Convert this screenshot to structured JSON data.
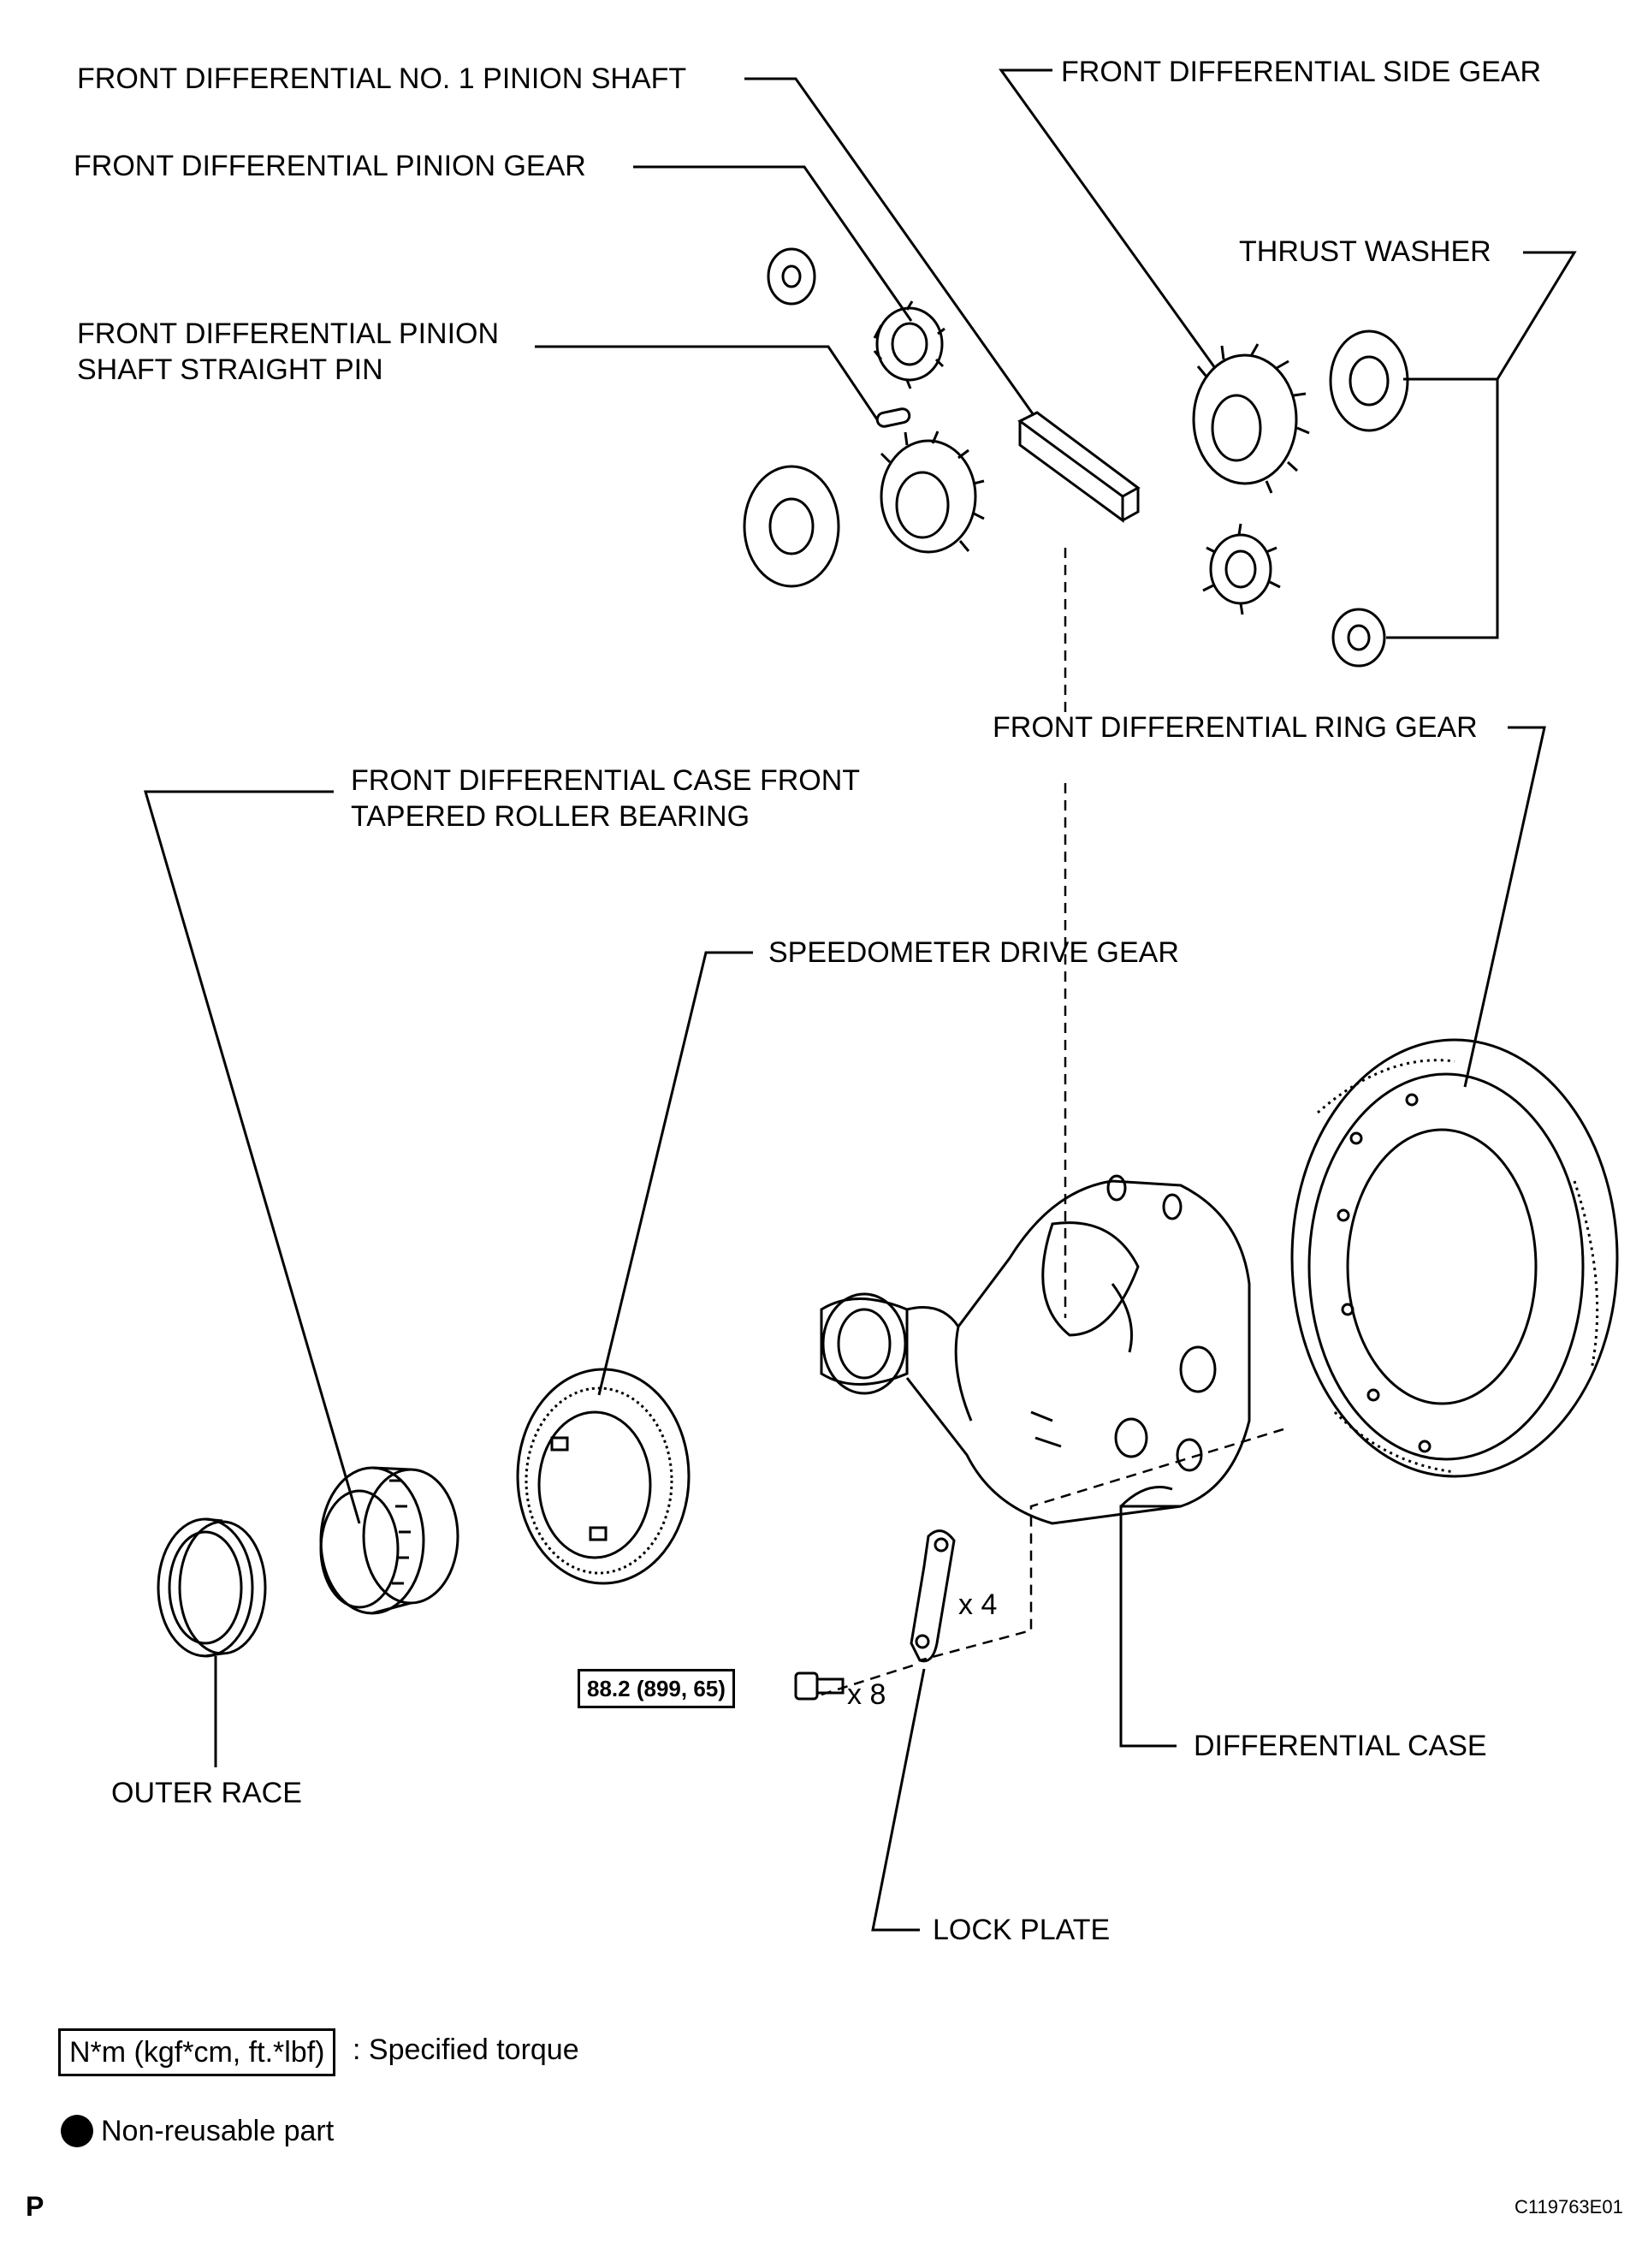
{
  "labels": {
    "pinion_shaft": "FRONT DIFFERENTIAL NO. 1 PINION SHAFT",
    "side_gear": "FRONT DIFFERENTIAL SIDE GEAR",
    "pinion_gear": "FRONT DIFFERENTIAL PINION GEAR",
    "thrust_washer": "THRUST WASHER",
    "straight_pin_line1": "FRONT DIFFERENTIAL PINION",
    "straight_pin_line2": "SHAFT STRAIGHT PIN",
    "ring_gear": "FRONT DIFFERENTIAL RING GEAR",
    "bearing_line1": "FRONT DIFFERENTIAL CASE FRONT",
    "bearing_line2": "TAPERED ROLLER BEARING",
    "speedometer_gear": "SPEEDOMETER DRIVE GEAR",
    "differential_case": "DIFFERENTIAL CASE",
    "outer_race": "OUTER RACE",
    "lock_plate": "LOCK PLATE",
    "qty_lock_plate": "x 4",
    "qty_bolt": "x 8",
    "torque_value": "88.2 (899, 65)"
  },
  "legend": {
    "torque_unit": "N*m (kgf*cm, ft.*lbf)",
    "torque_desc": ": Specified torque",
    "nonreusable_desc": "Non-reusable part"
  },
  "footer": {
    "page_letter": "P",
    "figure_code": "C119763E01"
  }
}
